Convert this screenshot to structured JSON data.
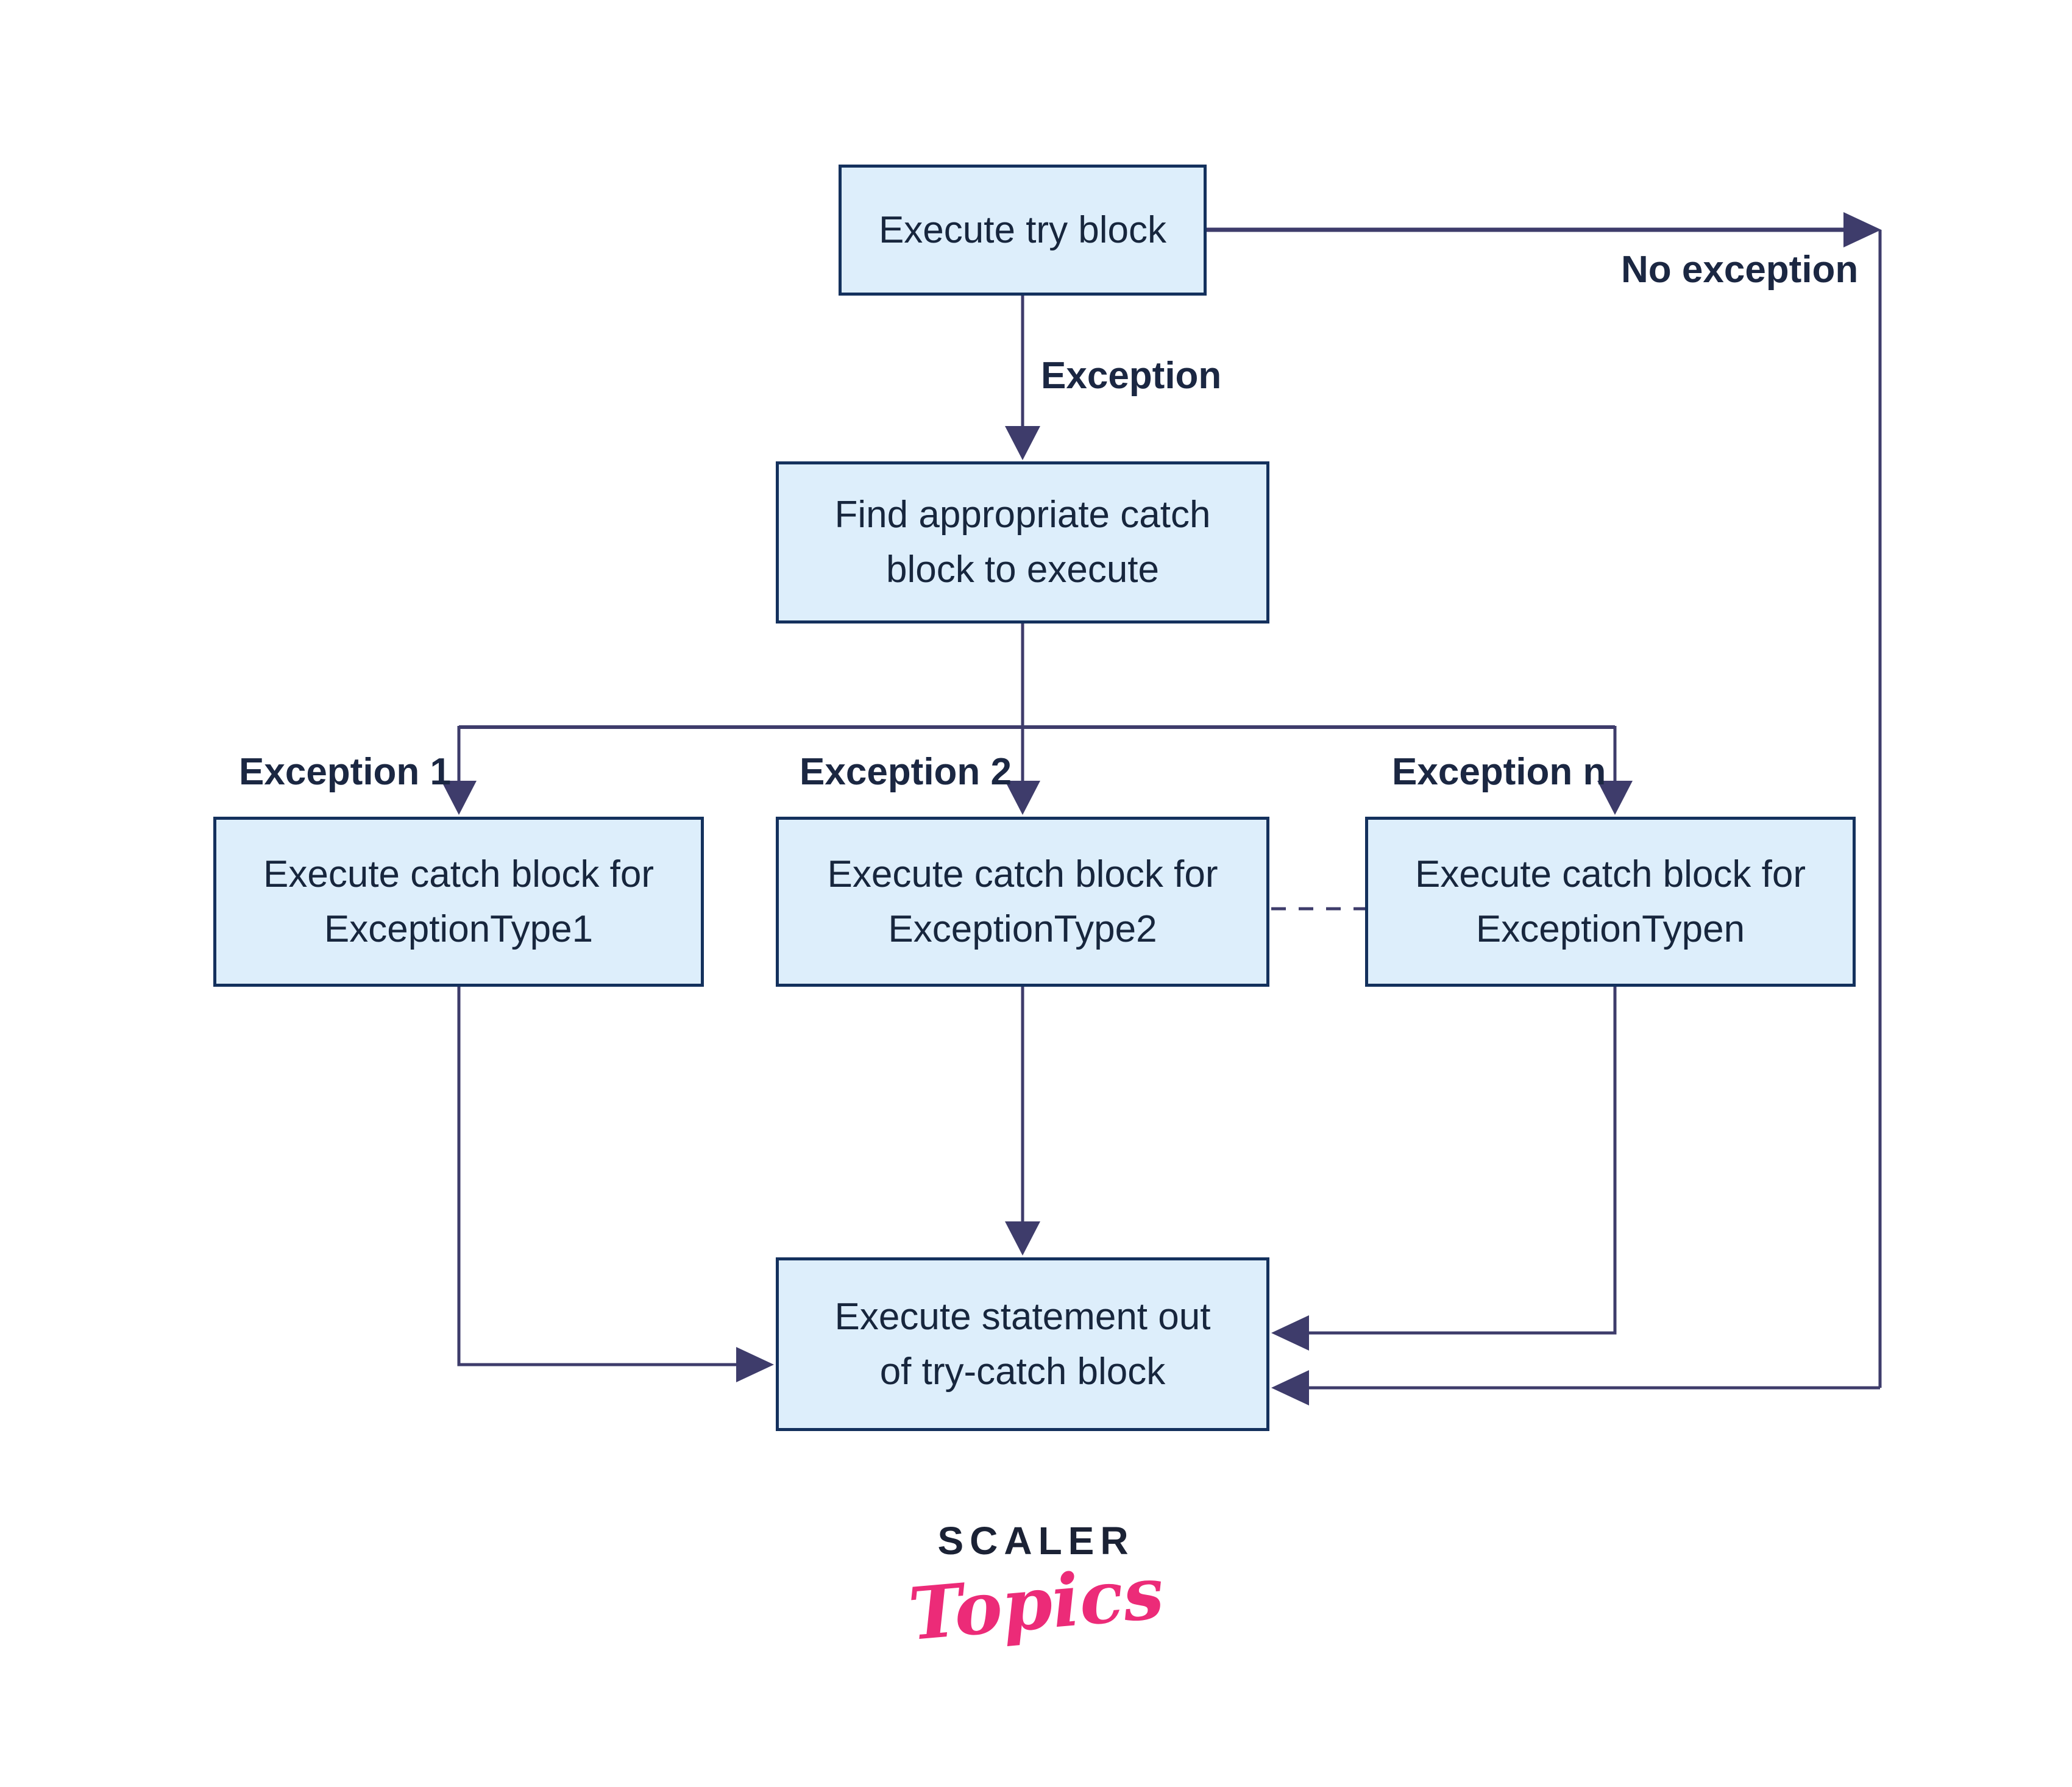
{
  "theme": {
    "node-fill": "#ddeefb",
    "node-border": "#14315d",
    "node-text": "#17263d",
    "line-color": "#3e3c6b",
    "label-color": "#1b2742",
    "brand-navy": "#1b2235",
    "brand-pink": "#ec2b78",
    "bg": "#ffffff"
  },
  "diagram": {
    "type": "flowchart",
    "topic": "try-catch exception handling flow",
    "nodes": {
      "try_block": {
        "label": "Execute try block"
      },
      "find_catch": {
        "label": "Find appropriate catch\nblock to execute"
      },
      "catch_1": {
        "label": "Execute catch block for\nExceptionType1"
      },
      "catch_2": {
        "label": "Execute catch block for\nExceptionType2"
      },
      "catch_n": {
        "label": "Execute catch block for\nExceptionTypen"
      },
      "statement_out": {
        "label": "Execute statement out\nof try-catch block"
      }
    },
    "edge_labels": {
      "exception": "Exception",
      "no_exception": "No exception",
      "exception_1": "Exception 1",
      "exception_2": "Exception 2",
      "exception_n": "Exception n"
    }
  },
  "logo": {
    "brand": "SCALER",
    "product": "Topics"
  }
}
